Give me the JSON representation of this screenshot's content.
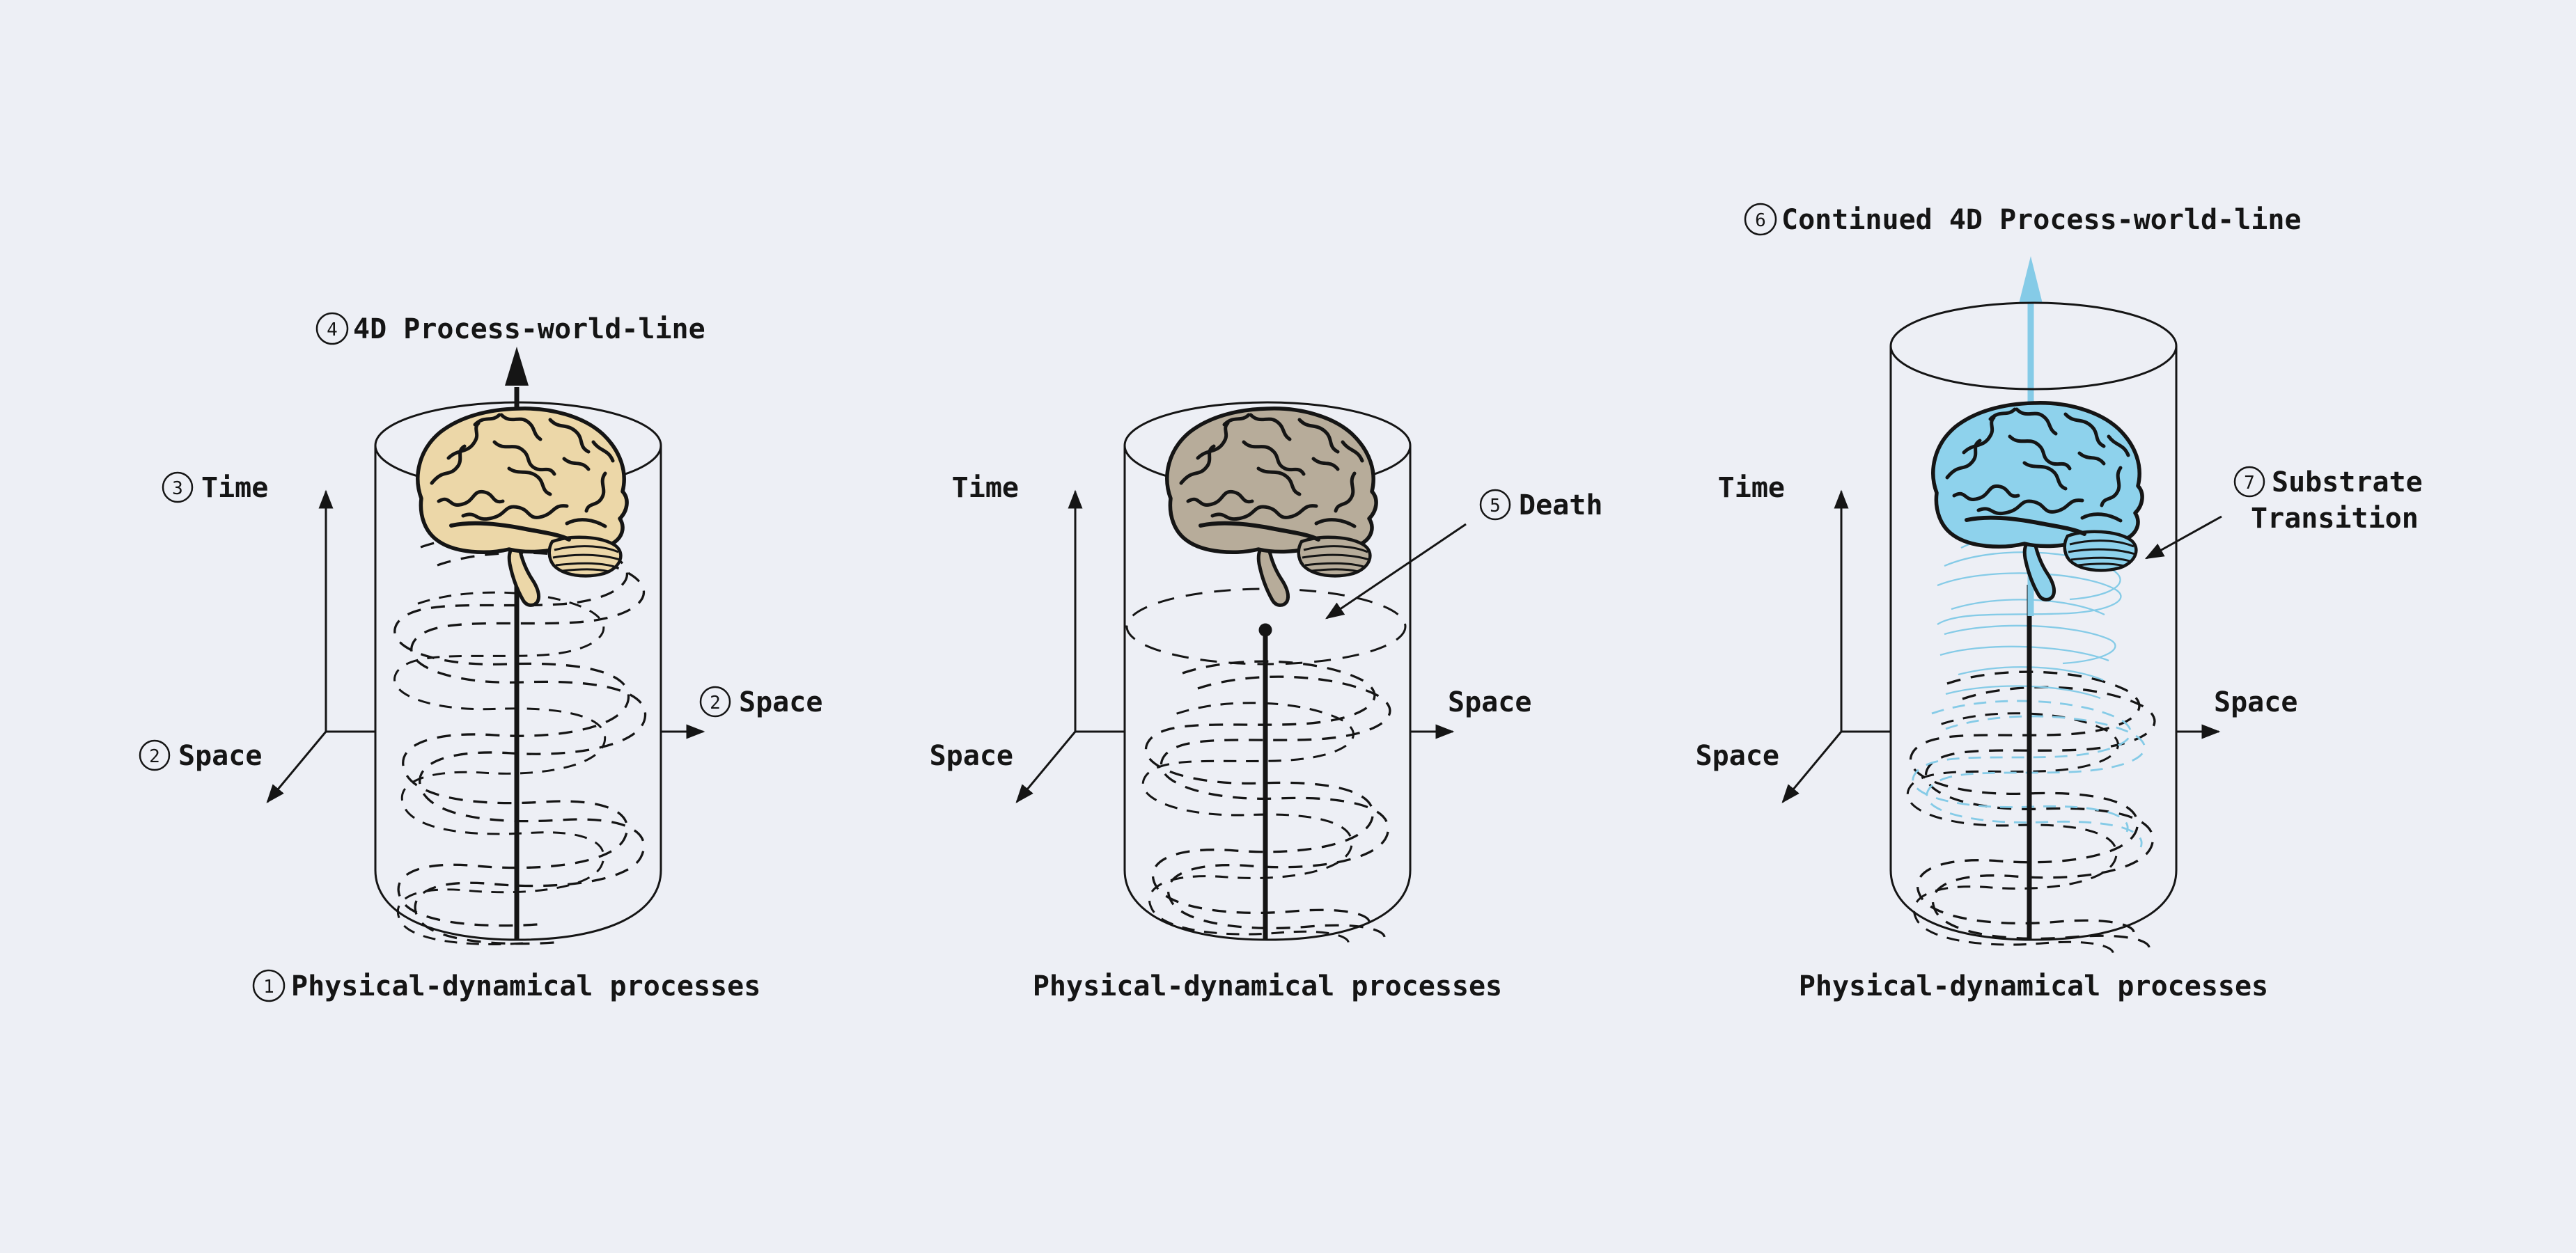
{
  "figure": {
    "description": "Three-stage worldline diagram: physical-dynamical processes, death, substrate transition"
  },
  "colors": {
    "background": "#edeff5",
    "ink": "#151515",
    "blue": "#85cbe7",
    "brain_left": "#ecd7a8",
    "brain_middle": "#b7ac9a",
    "brain_right": "#8ed2ec"
  },
  "panels": [
    {
      "caption_num": "1",
      "caption": "Physical-dynamical processes",
      "worldline_num": "4",
      "worldline_label": "4D Process-world-line",
      "time_num": "3",
      "time_label": "Time",
      "space_left_num": "2",
      "space_left_label": "Space",
      "space_right_num": "2",
      "space_right_label": "Space"
    },
    {
      "caption": "Physical-dynamical processes",
      "death_num": "5",
      "death_label": "Death",
      "time_label": "Time",
      "space_left_label": "Space",
      "space_right_label": "Space"
    },
    {
      "caption": "Physical-dynamical processes",
      "worldline_num": "6",
      "worldline_label": "Continued 4D Process-world-line",
      "transition_num": "7",
      "transition_line1": "Substrate",
      "transition_line2": "Transition",
      "time_label": "Time",
      "space_left_label": "Space",
      "space_right_label": "Space"
    }
  ]
}
